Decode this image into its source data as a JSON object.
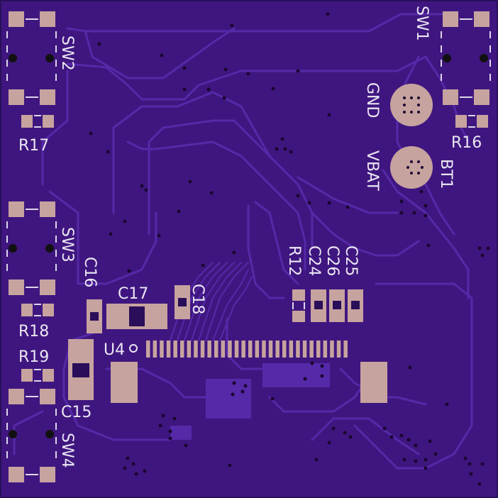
{
  "colors": {
    "board": "#3f167f",
    "trace": "#5529a8",
    "pad": "#c7a39f",
    "silk": "#eae6f3",
    "via": "#1a0630"
  },
  "labels": {
    "sw1": "SW1",
    "sw2": "SW2",
    "sw3": "SW3",
    "sw4": "SW4",
    "r16": "R16",
    "r17": "R17",
    "r18": "R18",
    "r19": "R19",
    "r12": "R12",
    "c15": "C15",
    "c16": "C16",
    "c17": "C17",
    "c18": "C18",
    "c24": "C24",
    "c25": "C25",
    "c26": "C26",
    "u4": "U4",
    "gnd": "GND",
    "vbat": "VBAT",
    "bt1": "BT1"
  }
}
